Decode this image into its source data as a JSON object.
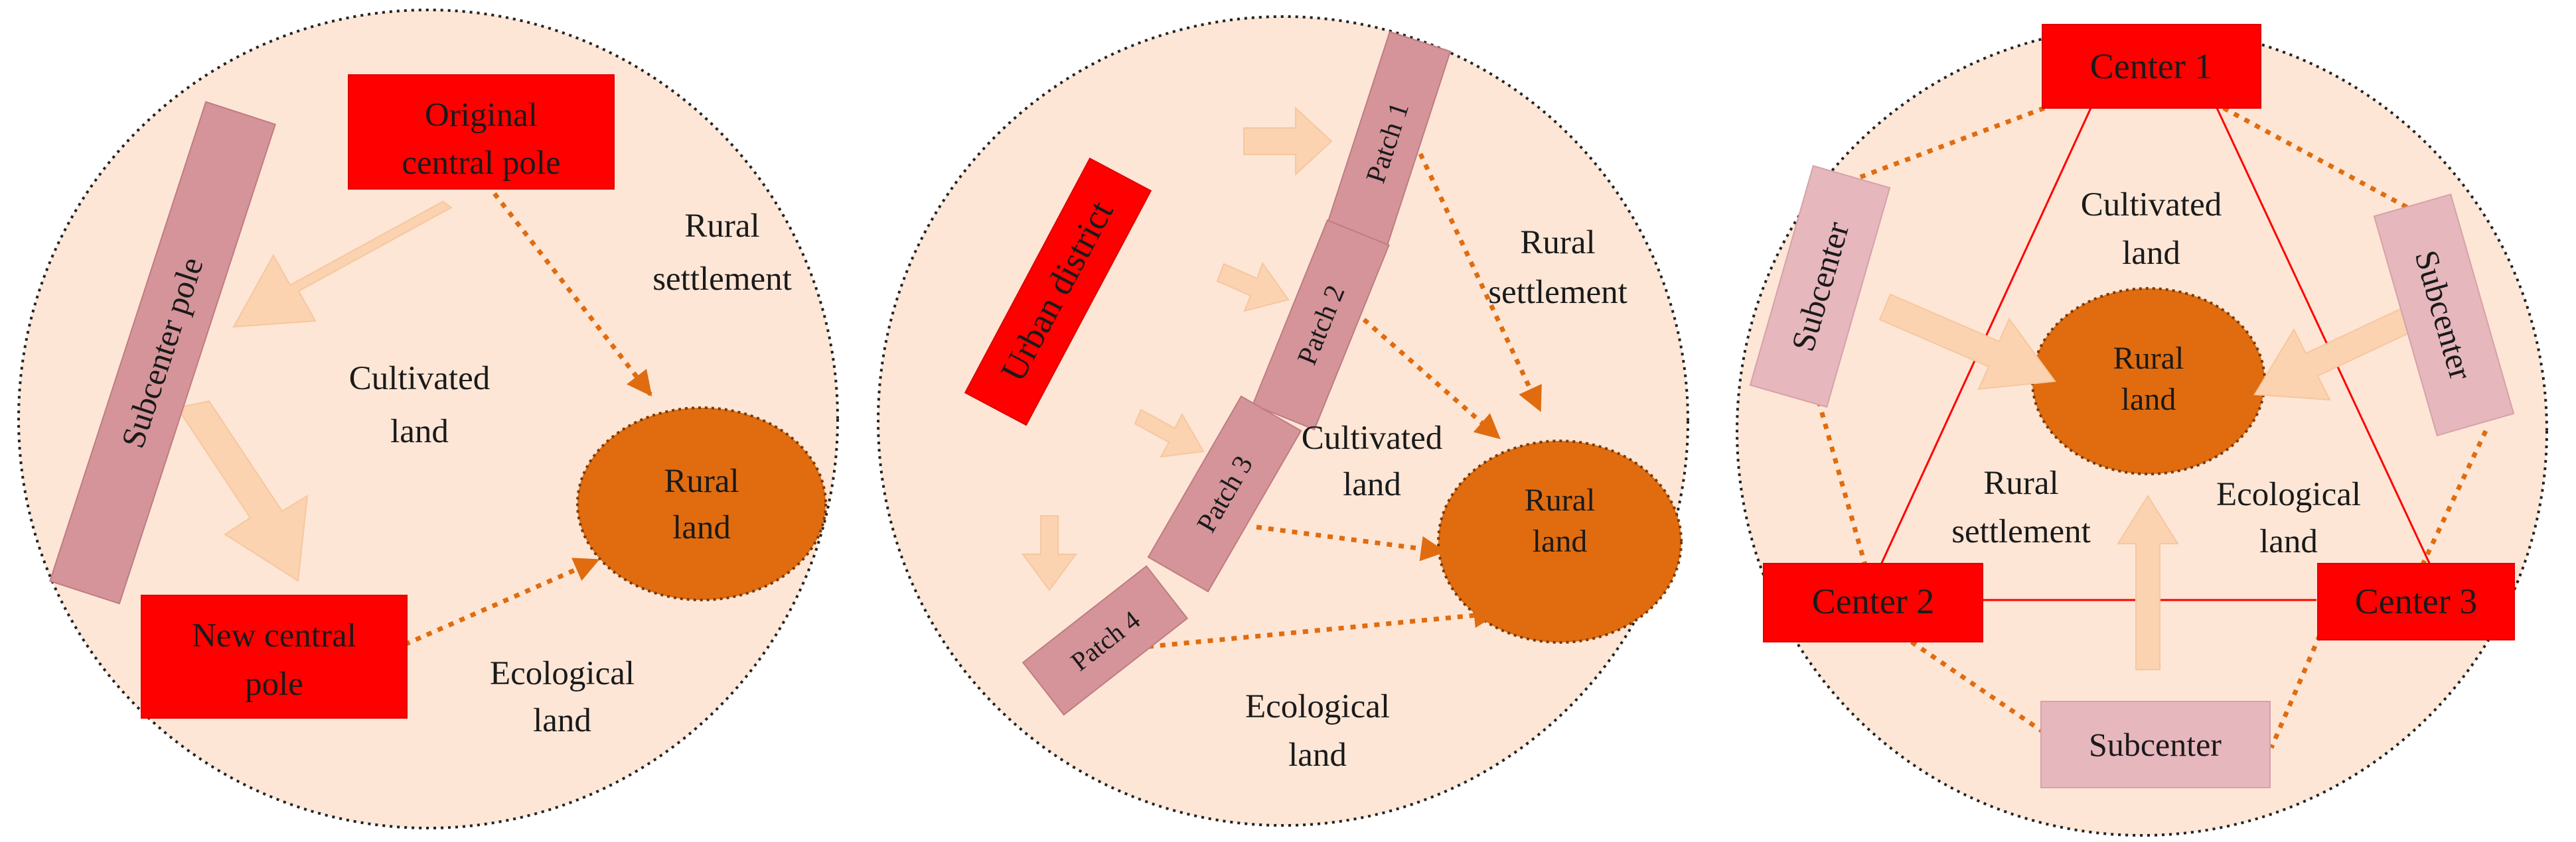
{
  "colors": {
    "background_disc": "#fde6d6",
    "disc_border": "#222222",
    "red_box": "#ff0000",
    "pink_box": "#d4949a",
    "light_pink_box": "#e6b7bd",
    "rural_land": "#e06c0f",
    "dotted_connector": "#e06c0f",
    "red_line": "#ff0000",
    "big_arrow": "#fbd3b0"
  },
  "panel1": {
    "original_central_pole": [
      "Original",
      "central pole"
    ],
    "subcenter_pole": "Subcenter pole",
    "new_central_pole": [
      "New central",
      "pole"
    ],
    "rural_land": [
      "Rural",
      "land"
    ],
    "rural_settlement": [
      "Rural",
      "settlement"
    ],
    "cultivated_land": [
      "Cultivated",
      "land"
    ],
    "ecological_land": [
      "Ecological",
      "land"
    ]
  },
  "panel2": {
    "urban_district": "Urban district",
    "patch1": "Patch 1",
    "patch2": "Patch 2",
    "patch3": "Patch 3",
    "patch4": "Patch 4",
    "rural_land": [
      "Rural",
      "land"
    ],
    "rural_settlement": [
      "Rural",
      "settlement"
    ],
    "cultivated_land": [
      "Cultivated",
      "land"
    ],
    "ecological_land": [
      "Ecological",
      "land"
    ]
  },
  "panel3": {
    "center1": "Center 1",
    "center2": "Center 2",
    "center3": "Center 3",
    "subcenter_left": "Subcenter",
    "subcenter_right": "Subcenter",
    "subcenter_bottom": "Subcenter",
    "rural_land": [
      "Rural",
      "land"
    ],
    "cultivated_land": [
      "Cultivated",
      "land"
    ],
    "rural_settlement": [
      "Rural",
      "settlement"
    ],
    "ecological_land": [
      "Ecological",
      "land"
    ]
  }
}
